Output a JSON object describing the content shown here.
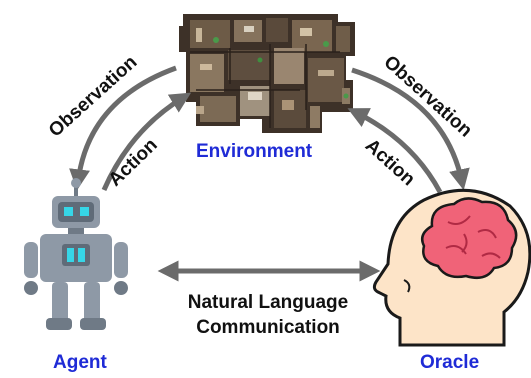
{
  "nodes": {
    "environment_label": "Environment",
    "agent_label": "Agent",
    "oracle_label": "Oracle"
  },
  "edges": {
    "left_observation": "Observation",
    "left_action": "Action",
    "right_observation": "Observation",
    "right_action": "Action",
    "communication_line1": "Natural Language",
    "communication_line2": "Communication"
  },
  "colors": {
    "label_blue": "#1f2bd6",
    "arrow_gray": "#6b6b6b",
    "robot_gray": "#8e99a6",
    "robot_eye": "#36d6e7",
    "brain_pink": "#f06378",
    "head_skin": "#fde4c8"
  },
  "icons": {
    "environment": "floorplan-map-image",
    "agent": "robot-icon",
    "oracle": "human-head-brain-icon"
  }
}
